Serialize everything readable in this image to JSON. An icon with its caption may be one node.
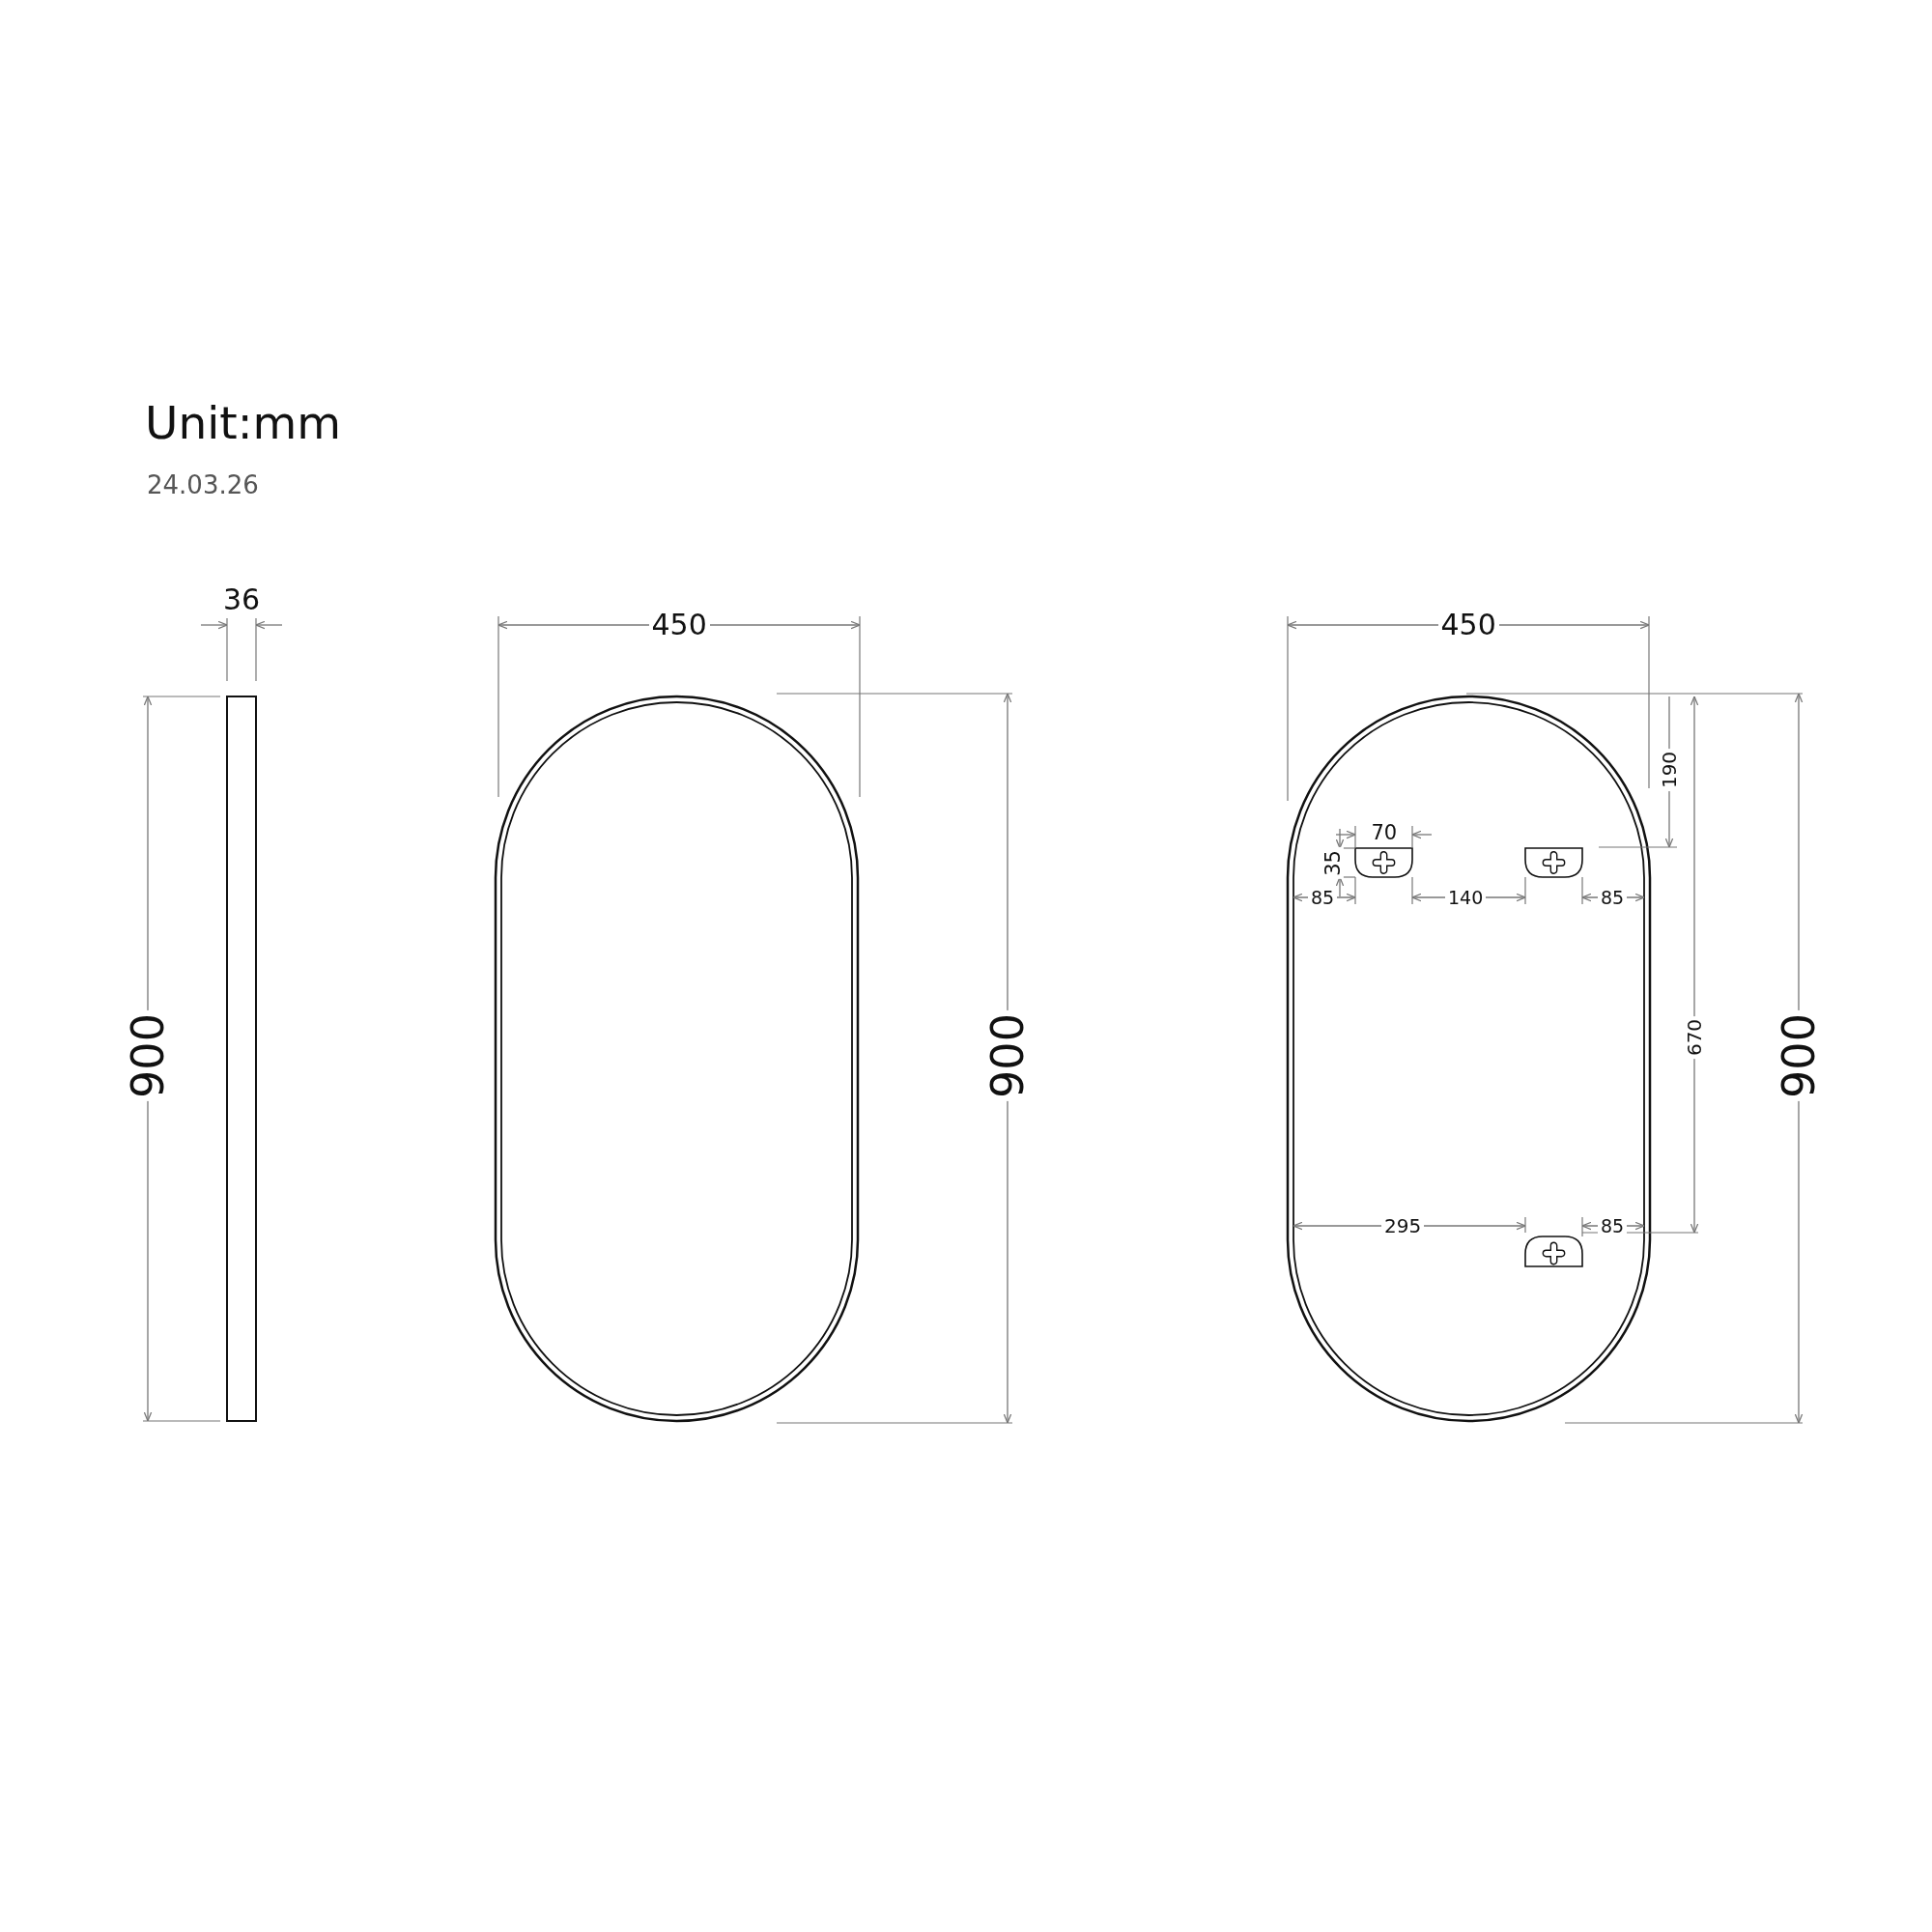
{
  "diagram": {
    "labels": [
      "Unit:mm",
      "24.03.26",
      "36",
      "450",
      "450",
      "900",
      "900",
      "900",
      "190",
      "70",
      "35",
      "85",
      "140",
      "85",
      "670",
      "295",
      "85"
    ]
  }
}
